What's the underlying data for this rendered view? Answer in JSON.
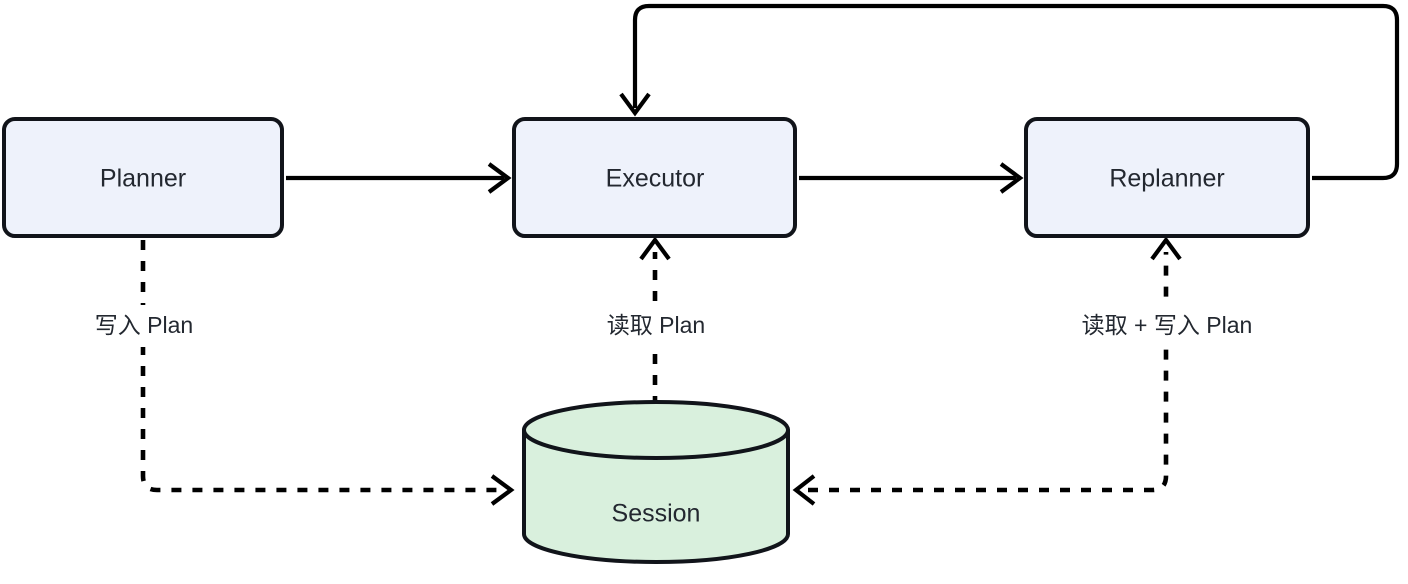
{
  "diagram": {
    "title": "Planner Executor Replanner Session flow",
    "colors": {
      "node_fill": "#eef2fb",
      "node_stroke": "#11141a",
      "store_fill": "#d9f0dd",
      "store_stroke": "#11141a",
      "edge_stroke": "#000000",
      "text": "#232830",
      "background": "#ffffff"
    },
    "nodes": [
      {
        "id": "planner",
        "label": "Planner",
        "shape": "rounded-rect"
      },
      {
        "id": "executor",
        "label": "Executor",
        "shape": "rounded-rect"
      },
      {
        "id": "replanner",
        "label": "Replanner",
        "shape": "rounded-rect"
      },
      {
        "id": "session",
        "label": "Session",
        "shape": "cylinder"
      }
    ],
    "edges": [
      {
        "id": "planner-to-executor",
        "from": "planner",
        "to": "executor",
        "style": "solid",
        "label": ""
      },
      {
        "id": "executor-to-replanner",
        "from": "executor",
        "to": "replanner",
        "style": "solid",
        "label": ""
      },
      {
        "id": "replanner-to-executor",
        "from": "replanner",
        "to": "executor",
        "style": "solid",
        "label": ""
      },
      {
        "id": "planner-to-session",
        "from": "planner",
        "to": "session",
        "style": "dashed",
        "label": "写入 Plan"
      },
      {
        "id": "session-to-executor",
        "from": "session",
        "to": "executor",
        "style": "dashed",
        "label": "读取 Plan"
      },
      {
        "id": "session-replanner",
        "from": "replanner",
        "to": "session",
        "style": "dashed",
        "label": "读取 + 写入 Plan"
      }
    ],
    "labels": {
      "planner": "Planner",
      "executor": "Executor",
      "replanner": "Replanner",
      "session": "Session",
      "write_plan": "写入 Plan",
      "read_plan": "读取 Plan",
      "read_write_plan": "读取 + 写入 Plan"
    }
  }
}
